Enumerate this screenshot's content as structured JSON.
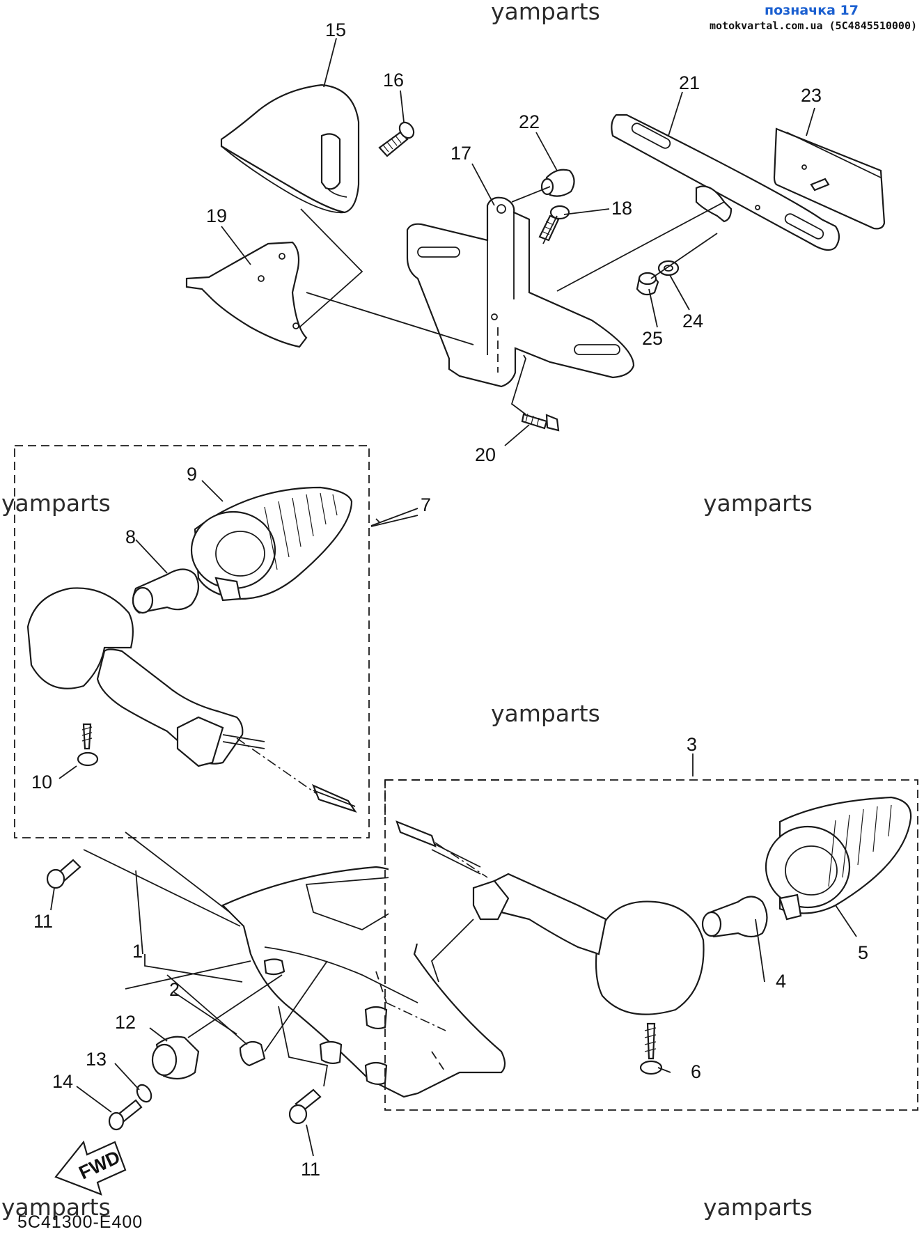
{
  "header": {
    "tag": "позначка 17",
    "site": "motokvartal.com.ua (5C4845510000)"
  },
  "watermark": "yamparts",
  "diagram_code": "5C41300-E400",
  "fwd_label": "FWD",
  "callouts": [
    "1",
    "2",
    "3",
    "4",
    "5",
    "6",
    "7",
    "8",
    "9",
    "10",
    "11",
    "11",
    "12",
    "13",
    "14",
    "15",
    "16",
    "17",
    "18",
    "19",
    "20",
    "21",
    "22",
    "23",
    "24",
    "25"
  ]
}
